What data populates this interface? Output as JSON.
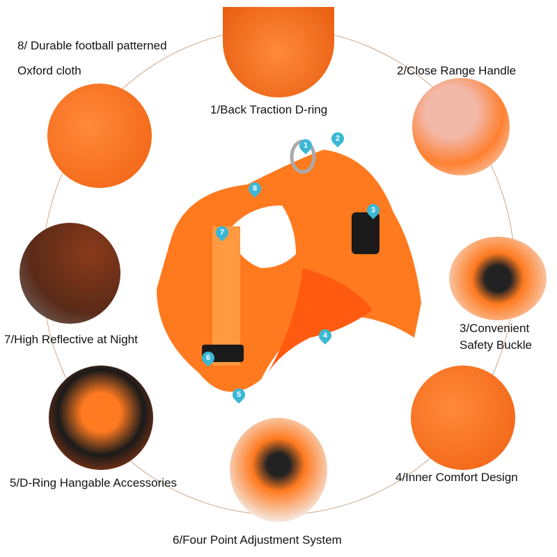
{
  "colors": {
    "accent": "#ff7a1f",
    "pin": "#3bb7d6",
    "connector": "#c9a88a"
  },
  "labels": {
    "f8_line1": "8/ Durable football patterned",
    "f8_line2": "Oxford cloth",
    "f1": "1/Back Traction D-ring",
    "f2": "2/Close Range Handle",
    "f7": "7/High Reflective at Night",
    "f3_line1": "3/Convenient",
    "f3_line2": "Safety Buckle",
    "f5": "5/D-Ring Hangable Accessories",
    "f4": "4/Inner Comfort Design",
    "f6": "6/Four Point Adjustment System"
  },
  "pins": [
    "1",
    "2",
    "3",
    "4",
    "5",
    "6",
    "7",
    "8"
  ]
}
